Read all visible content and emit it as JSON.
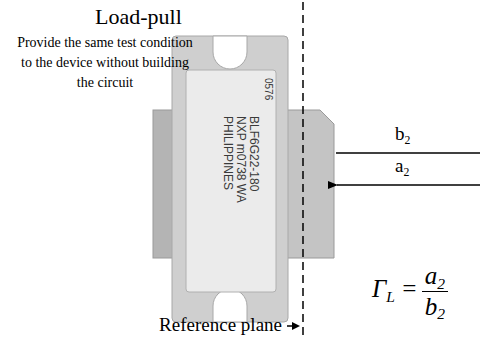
{
  "diagram": {
    "title": "Load-pull",
    "labels": [
      "Provide the same test condition to the device without building the circuit",
      "0576",
      "BLF6G22-180",
      "NXP m0738 WA",
      "PHILIPPINES",
      "b",
      "2",
      "a",
      "2",
      "Γ",
      "L",
      "=",
      "a",
      "2",
      "b",
      "2",
      "Reference plane"
    ]
  }
}
